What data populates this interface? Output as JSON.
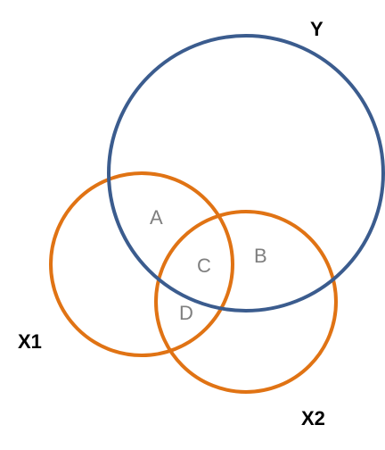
{
  "sets": {
    "y": {
      "label": "Y",
      "color": "#3b5c8e"
    },
    "x1": {
      "label": "X1",
      "color": "#e07314"
    },
    "x2": {
      "label": "X2",
      "color": "#e07314"
    }
  },
  "regions": {
    "a": {
      "label": "A"
    },
    "b": {
      "label": "B"
    },
    "c": {
      "label": "C"
    },
    "d": {
      "label": "D"
    }
  },
  "region_label_color": "#7f7f7f"
}
